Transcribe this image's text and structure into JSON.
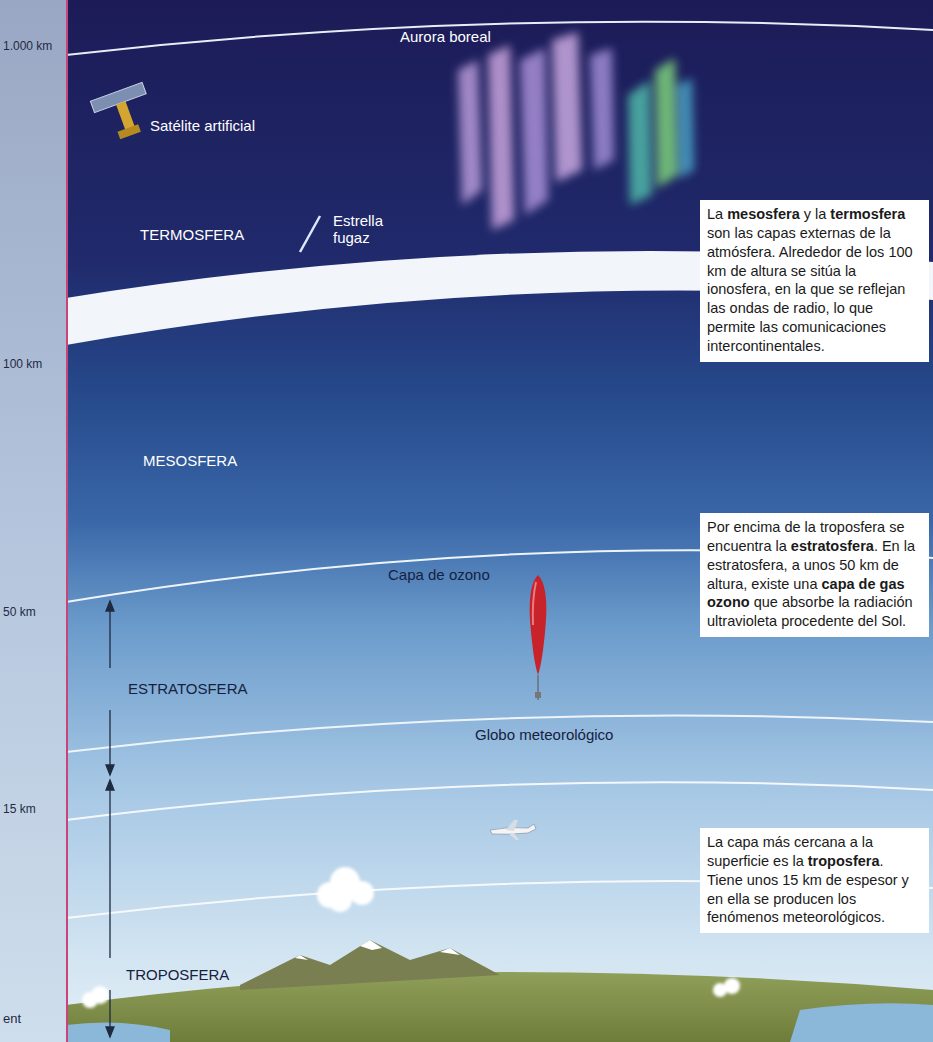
{
  "diagram": {
    "nodes": [
      {
        "text": [
          "La mesosfera y la termosfera son las capas externas de la atmósfera. Alrededor de los 100 km de altura se sitúa la ionosfera, en la que se reflejan las ondas de radio, lo que permite las comunicaciones intercontinentales."
        ]
      },
      {
        "text": [
          "Por encima de la troposfera se encuentra la estratosfera. En la estratosfera, a unos 50 km de altura, existe una capa de gas ozono que absorbe la radiación ultravioleta procedente del Sol."
        ]
      },
      {
        "text": [
          "La capa más cercana a la superficie es la troposfera. Tiene unos 15 km de espesor y en ella se producen los fenómenos meteorológicos."
        ]
      }
    ],
    "labels": [
      "1.000 km",
      "Aurora boreal",
      "Satélite artificial",
      "TERMOSFERA",
      "Estrella fugaz",
      "100 km",
      "MESOSFERA",
      "Capa de ozono",
      "50 km",
      "ESTRATOSFERA",
      "Globo meteorológico",
      "15 km",
      "TROPOSFERA",
      "ent"
    ]
  }
}
